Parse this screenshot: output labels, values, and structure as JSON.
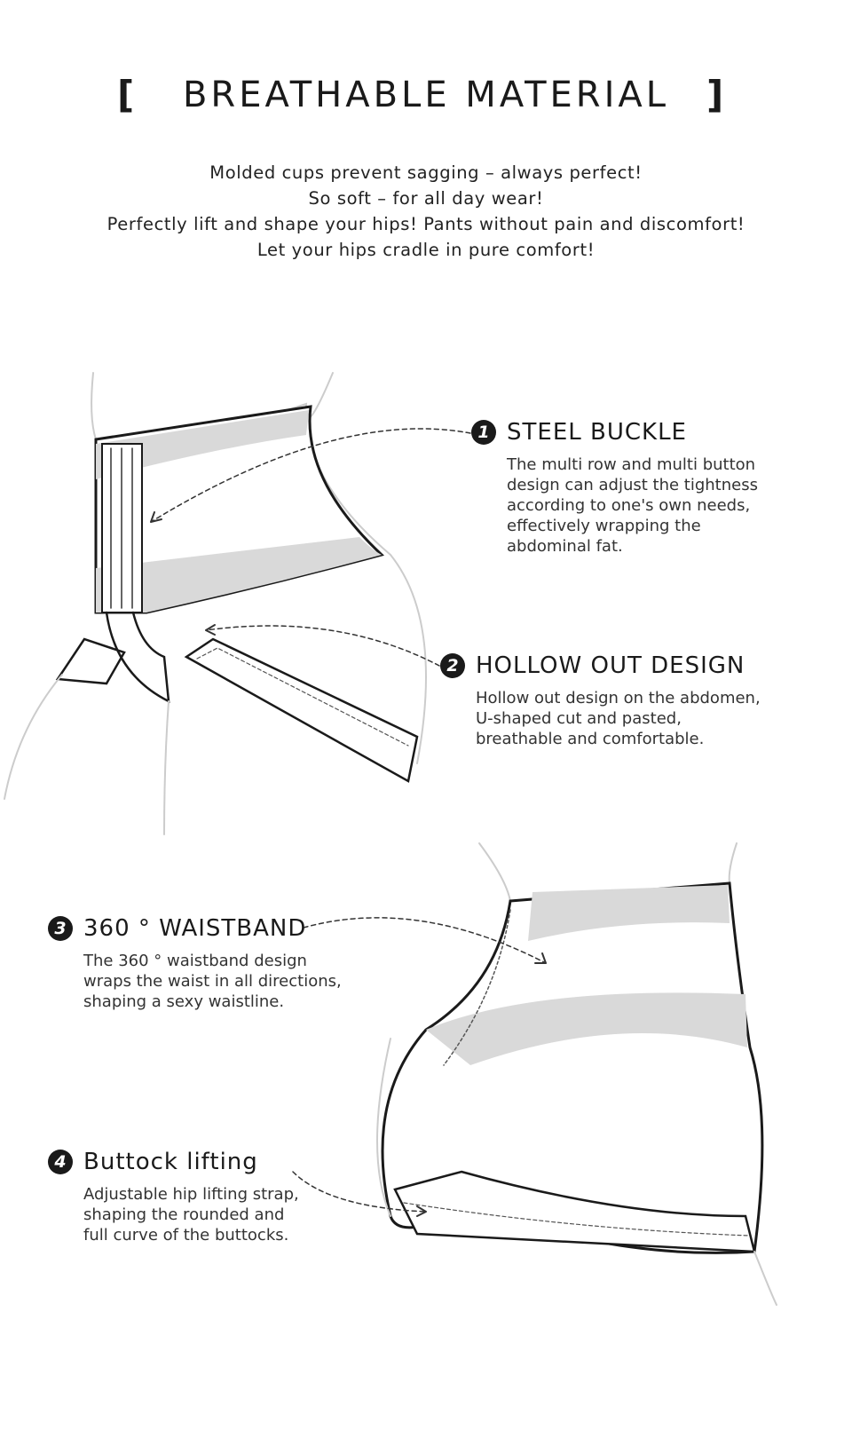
{
  "header": {
    "title": "BREATHABLE MATERIAL",
    "bracket_left": "[",
    "bracket_right": "]"
  },
  "intro_lines": [
    "Molded cups prevent sagging – always perfect!",
    "So soft – for all day wear!",
    "Perfectly lift and shape your hips! Pants without pain and discomfort!",
    "Let your hips cradle in pure comfort!"
  ],
  "features": [
    {
      "number": "1",
      "title": "STEEL BUCKLE",
      "desc": [
        "The multi row and multi button",
        "design can adjust the tightness",
        "according to one's own needs,",
        "effectively wrapping the",
        "abdominal fat."
      ]
    },
    {
      "number": "2",
      "title": "HOLLOW OUT DESIGN",
      "desc": [
        "Hollow out design on the abdomen,",
        "U-shaped cut and pasted,",
        "breathable and comfortable."
      ]
    },
    {
      "number": "3",
      "title": "360 ° WAISTBAND",
      "desc": [
        "The 360 ° waistband design",
        "wraps the waist in all directions,",
        "shaping a sexy waistline."
      ]
    },
    {
      "number": "4",
      "title": "Buttock lifting",
      "desc": [
        "Adjustable hip lifting strap,",
        "shaping the rounded and",
        "full curve of the buttocks."
      ]
    }
  ],
  "colors": {
    "ink": "#1a1a1a",
    "band": "#d9d9d9",
    "body_line": "#c8c8c8"
  }
}
